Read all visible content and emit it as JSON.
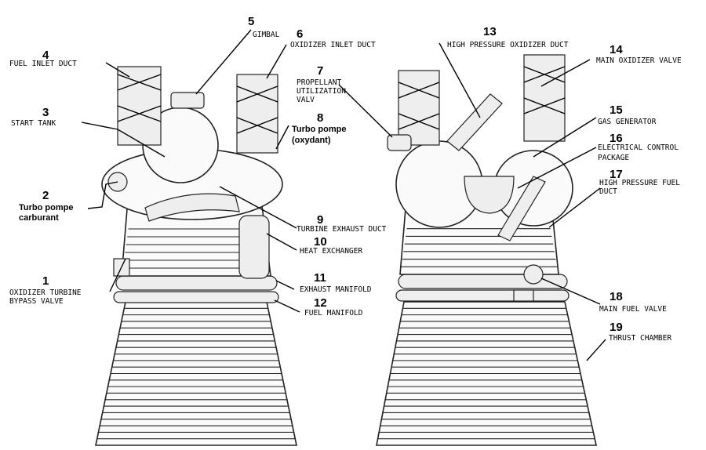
{
  "callouts": [
    {
      "num": "1",
      "label": "OXIDIZER TURBINE\nBYPASS VALVE"
    },
    {
      "num": "2",
      "label": "Turbo pompe\ncarburant"
    },
    {
      "num": "3",
      "label": "START TANK"
    },
    {
      "num": "4",
      "label": "FUEL INLET DUCT"
    },
    {
      "num": "5",
      "label": "GIMBAL"
    },
    {
      "num": "6",
      "label": "OXIDIZER INLET DUCT"
    },
    {
      "num": "7",
      "label": "PROPELLANT\nUTILIZATION\nVALV"
    },
    {
      "num": "8",
      "label": "Turbo pompe\n(oxydant)"
    },
    {
      "num": "9",
      "label": "TURBINE EXHAUST DUCT"
    },
    {
      "num": "10",
      "label": "HEAT EXCHANGER"
    },
    {
      "num": "11",
      "label": "EXHAUST MANIFOLD"
    },
    {
      "num": "12",
      "label": "FUEL MANIFOLD"
    },
    {
      "num": "13",
      "label": "HIGH PRESSURE OXIDIZER DUCT"
    },
    {
      "num": "14",
      "label": "MAIN OXIDIZER VALVE"
    },
    {
      "num": "15",
      "label": "GAS GENERATOR"
    },
    {
      "num": "16",
      "label": "ELECTRICAL CONTROL\nPACKAGE"
    },
    {
      "num": "17",
      "label": "HIGH PRESSURE FUEL\nDUCT"
    },
    {
      "num": "18",
      "label": "MAIN FUEL VALVE"
    },
    {
      "num": "19",
      "label": "THRUST  CHAMBER"
    }
  ]
}
